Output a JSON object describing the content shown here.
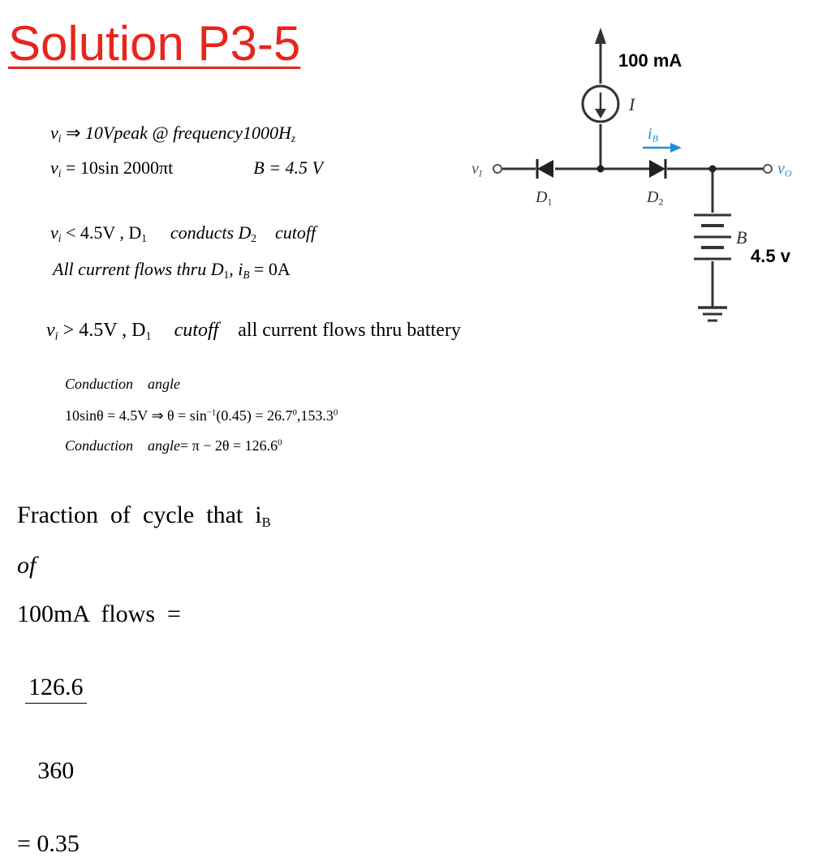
{
  "slide": {
    "title": "Solution P3-5"
  },
  "equations": {
    "eq1": {
      "v": "v",
      "sub_i": "i",
      "arrow": "⇒",
      "text": "10Vpeak @ frequency1000",
      "H": "H",
      "sub_z": "z"
    },
    "eq2": {
      "v": "v",
      "sub_i": "i",
      "text": "= 10sin 2000πt",
      "B": "B  = 4.5  V"
    },
    "eq3": {
      "v": "v",
      "sub_i": "i",
      "text": "< 4.5V , D",
      "sub_1": "1",
      "rest": "conducts  D",
      "sub_2": "2",
      "tail": "cutoff"
    },
    "eq4": {
      "text": "All current flows thru D",
      "sub_1": "1",
      "mid": ", i",
      "sub_B": "B",
      "tail": "= 0A"
    },
    "eq5": {
      "v": "v",
      "sub_i": "i",
      "text": "> 4.5V , D",
      "sub_1": "1",
      "cutoff": "cutoff",
      "tail": "all current flows thru battery"
    },
    "eq6": {
      "text": "Conduction    angle"
    },
    "eq7": {
      "a": "10sinθ = 4.5V ⇒ θ = sin",
      "sup_m1": "−1",
      "b": "(0.45) = 26.7",
      "sup_0a": "0",
      "c": ",153.3",
      "sup_0b": "0"
    },
    "eq8": {
      "a": "Conduction    angle",
      "b": "= π − 2θ = 126.6",
      "sup_0": "0"
    },
    "eq9": {
      "a": "Fraction  of  cycle  that  i",
      "sub_B": "B",
      "of": "of",
      "b": "100mA  flows  =",
      "num": "126.6",
      "den": "360",
      "c": "= 0.35"
    }
  },
  "circuit": {
    "current_value": "100 mA",
    "battery_value": "4.5 v",
    "label_I": "I",
    "label_iB": "i",
    "label_iB_sub": "B",
    "label_vI": "v",
    "label_vI_sub": "I",
    "label_vO": "v",
    "label_vO_sub": "O",
    "label_D1": "D",
    "label_D1_sub": "1",
    "label_D2": "D",
    "label_D2_sub": "2",
    "label_B": "B",
    "accent_color": "#1e8fd8",
    "title_color": "#e8251c"
  }
}
